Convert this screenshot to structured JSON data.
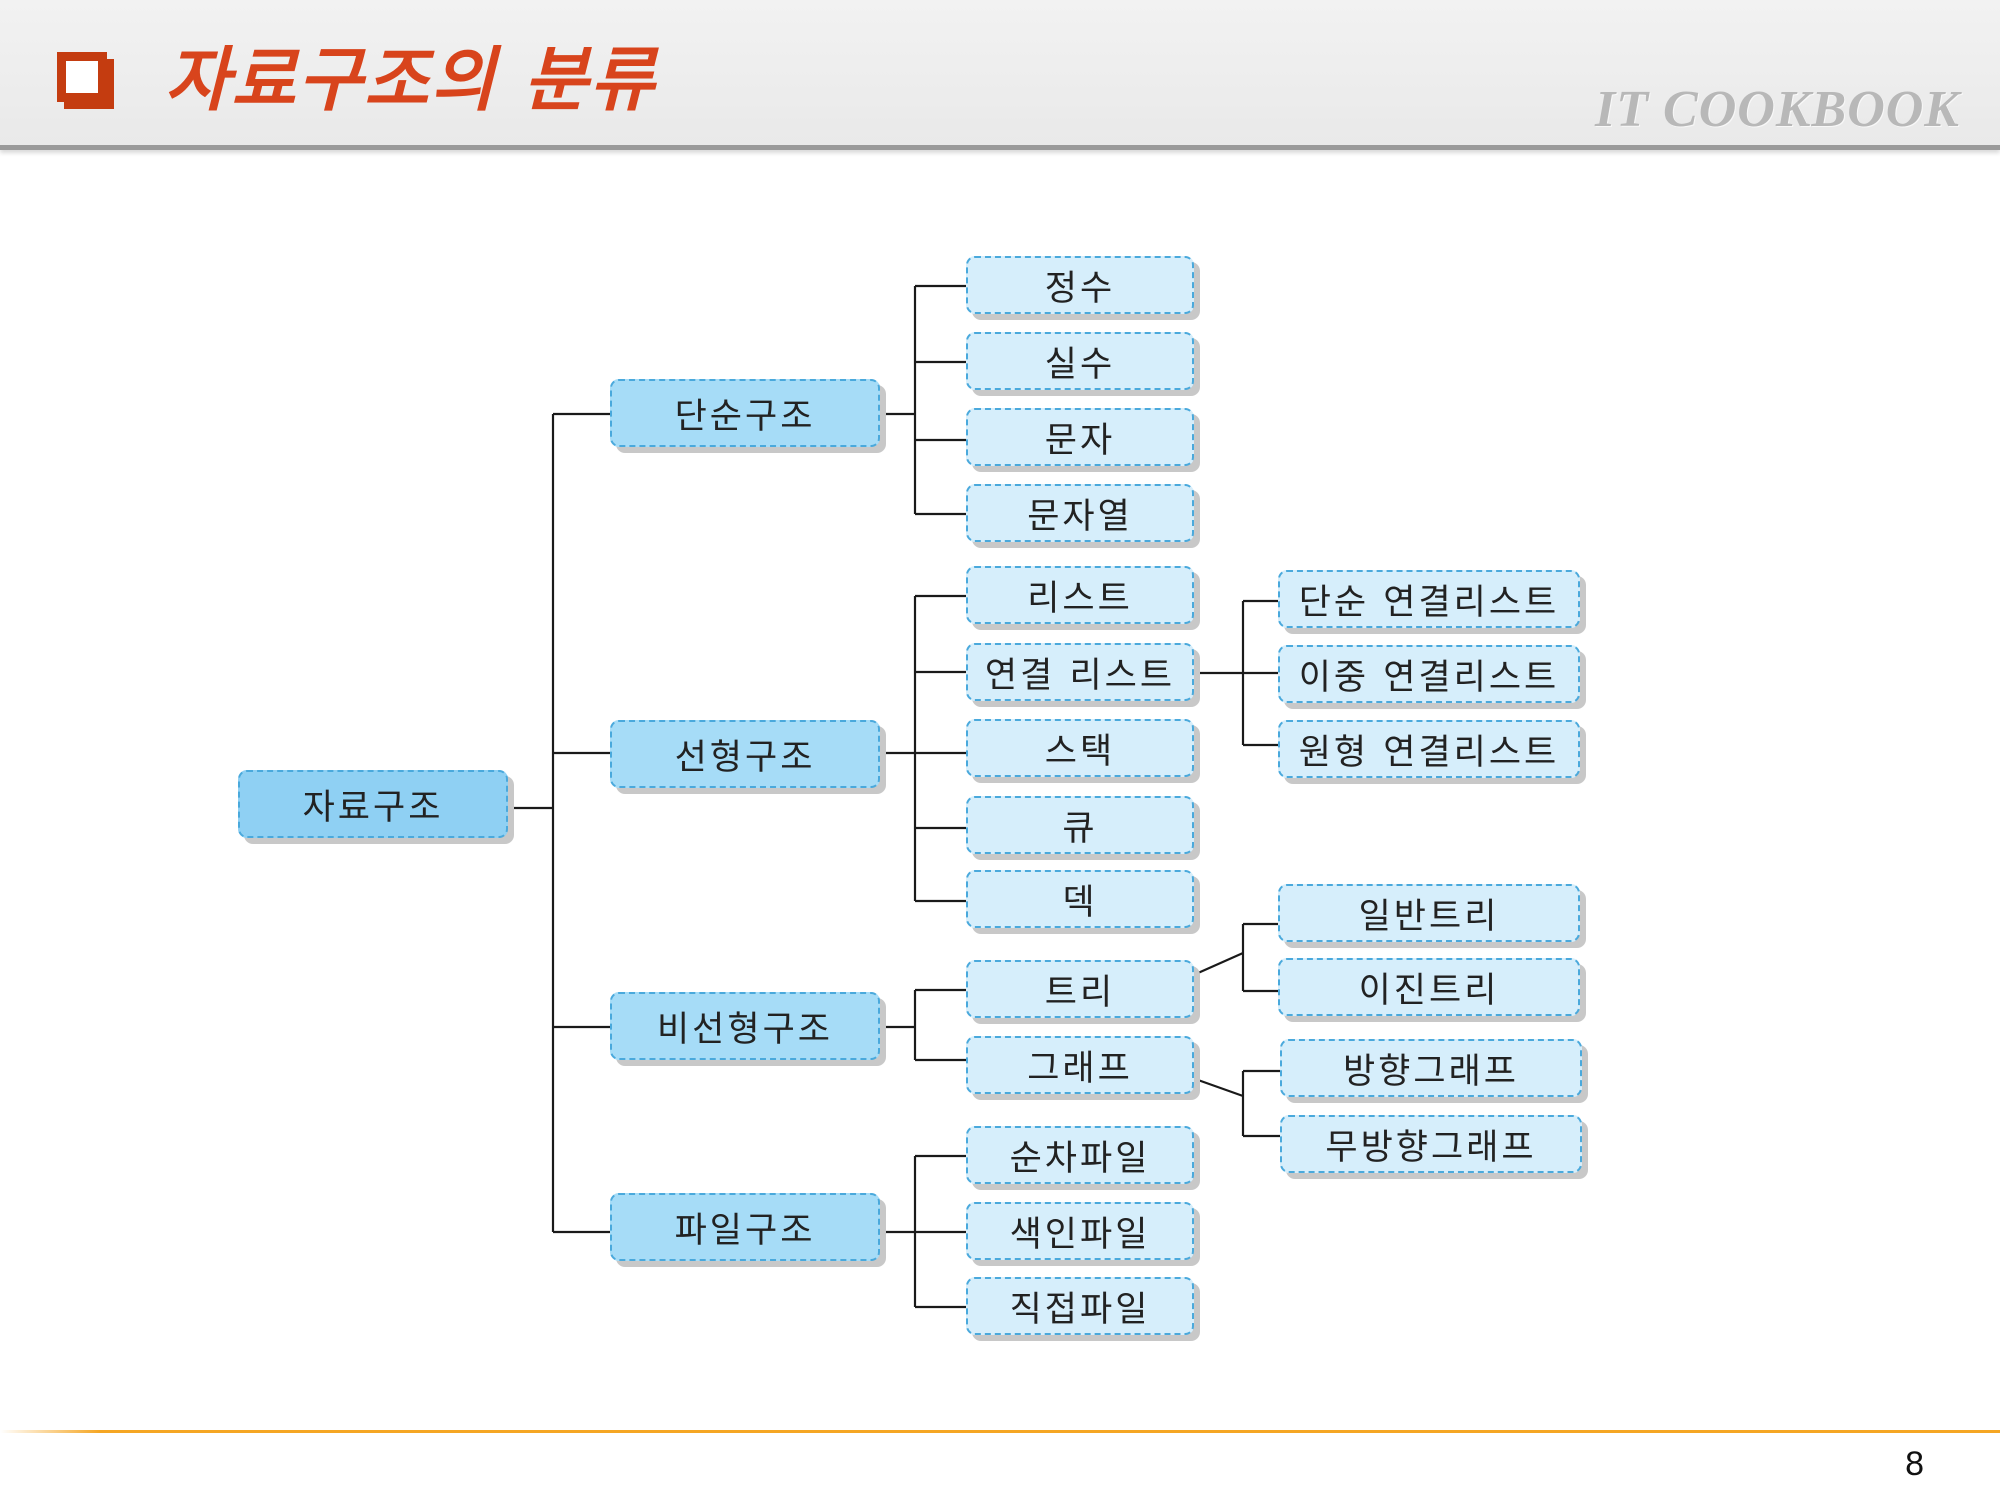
{
  "header": {
    "title": "자료구조의 분류",
    "brand": "IT COOKBOOK"
  },
  "diagram": {
    "root": "자료구조",
    "groups": [
      {
        "label": "단순구조",
        "items": [
          "정수",
          "실수",
          "문자",
          "문자열"
        ]
      },
      {
        "label": "선형구조",
        "items": [
          "리스트",
          "연결 리스트",
          "스택",
          "큐",
          "덱"
        ]
      },
      {
        "label": "비선형구조",
        "items": [
          "트리",
          "그래프"
        ]
      },
      {
        "label": "파일구조",
        "items": [
          "순차파일",
          "색인파일",
          "직접파일"
        ]
      }
    ],
    "subgroups": [
      {
        "parent": "연결 리스트",
        "items": [
          "단순 연결리스트",
          "이중 연결리스트",
          "원형 연결리스트"
        ]
      },
      {
        "parent": "트리",
        "items": [
          "일반트리",
          "이진트리"
        ]
      },
      {
        "parent": "그래프",
        "items": [
          "방향그래프",
          "무방향그래프"
        ]
      }
    ]
  },
  "colors": {
    "title": "#d8441c",
    "accent_box": "#c43c10",
    "node_border": "#4aa9dc",
    "node_fill": "#d6eefb",
    "node_fill_level1": "#a6dcf7",
    "node_fill_root": "#8fd0f3",
    "footer_line": "#f5a623"
  },
  "footer": {
    "page_number": "8"
  }
}
